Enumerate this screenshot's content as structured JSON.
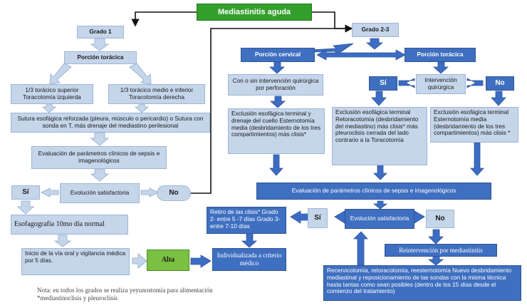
{
  "title": "Mediastinitis aguda",
  "grado1": {
    "label": "Grado 1",
    "porcion_toracica": "Porción torácica",
    "tercio_superior": "1/3 torácico superior Toracotomía izquierda",
    "tercio_medio": "1/3 torácico medio e inferior Toracotomía derecha",
    "sutura": "Sutura esofágica reforzada (pleura, músculo o pericardio) o Sutura con sonda en T, más drenaje del mediastino perilesional",
    "evaluacion": "Evaluación de parámetros clínicos de sepsis e imagenológicos",
    "evolucion": "Evolución satisfactoria",
    "si": "Sí",
    "no": "No",
    "esofagografia": "Esofagografía 10mo día normal",
    "inicio_via_oral": "Inicio de la vía oral y vigilancia médica por 5 días.",
    "alta": "Alta"
  },
  "grado23": {
    "label": "Grado 2-3",
    "porcion_cervical": "Porción cervical",
    "porcion_toracica": "Porción torácica",
    "con_sin_intervencion": "Con o sin intervención quirúrgica por perforación",
    "intervencion_quirurgica": "Intervención quirúrgica",
    "si": "Sí",
    "no": "No",
    "exclusion_cervical": "Exclusión esofágica terminal y drenaje del cuello Esternotomía media (desbridamiento de los tres compartimientos) más clisis*",
    "exclusion_si": "Exclusión esofágica terminal Retoracotomía (desbridamiento del mediastino) más clisis* más pleuroclisis cerrada del lado contrario a la Toracotomía",
    "exclusion_no": "Exclusión esofágica terminal Esternotomía media (desbridamiento de los tres compartimientos) más clisis *",
    "evaluacion": "Evaluación de parámetros clínicos de sepsis e imagenológicos",
    "evolucion": "Evolución satisfactoria",
    "si2": "Sí",
    "no2": "No",
    "retiro_clisis": "Retiro de las clisis* Grado 2- entre 5 -7 días Grado 3- entre 7-10 días",
    "individualizada": "Individualizada a criterio médico",
    "reintervencion": "Reintervención por mediastinitis",
    "recervicotomia": "Recervicotomía, retoracotomía, reesternotomía Nuevo desbridamiento mediastinal y reposicionamiento de las sondas con la misma técnica hasta tantas como sean posibles (dentro de los 15 días desde el comienzo del tratamiento)"
  },
  "nota": {
    "line1": "Nota: en todos los grados se realiza yeyunostomía para alimentación",
    "line2": "*mediastinoclisis y pleuroclisis"
  },
  "colors": {
    "title_bg": "#33a02c",
    "light_box": "#c5d5ea",
    "dark_box": "#3f6fc0",
    "arrow_blue": "#3c6cc4",
    "alta_bg": "#7ac143"
  }
}
